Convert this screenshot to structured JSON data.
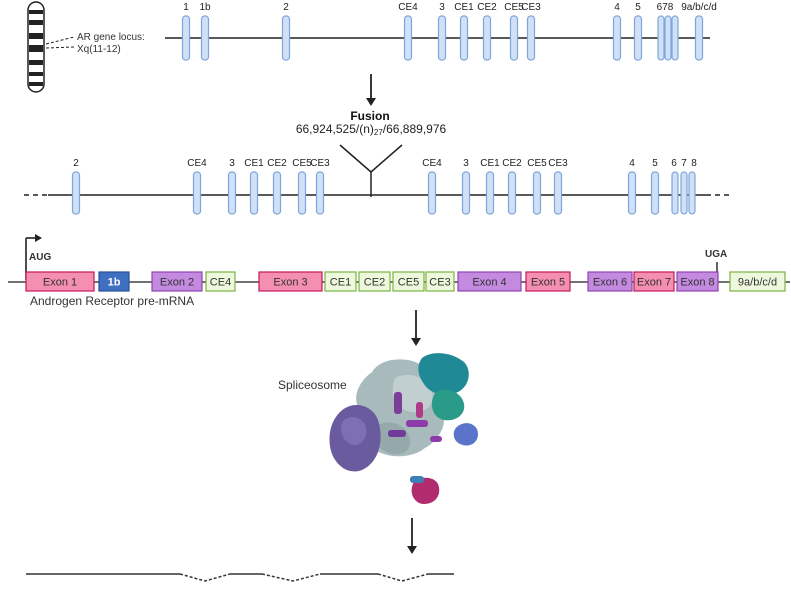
{
  "locus": {
    "label_line1": "AR gene locus:",
    "label_line2": "Xq(11-12)",
    "exon_labels": [
      "1",
      "1b",
      "2",
      "CE4",
      "3",
      "CE1",
      "CE2",
      "CE5",
      "CE3",
      "4",
      "5",
      "678",
      "9a/b/c/d"
    ]
  },
  "fusion": {
    "title": "Fusion",
    "coord_left": "66,924,525/(n)",
    "coord_sub": "27",
    "coord_right": "/66,889,976"
  },
  "fused": {
    "exon_labels": [
      "2",
      "CE4",
      "3",
      "CE1",
      "CE2",
      "CE5",
      "CE3",
      "CE4",
      "3",
      "CE1",
      "CE2",
      "CE5",
      "CE3",
      "4",
      "5",
      "6",
      "7",
      "8"
    ]
  },
  "mrna": {
    "start_label": "AUG",
    "stop_label": "UGA",
    "caption": "Androgen Receptor pre-mRNA",
    "boxes": [
      "Exon 1",
      "1b",
      "Exon 2",
      "CE4",
      "Exon 3",
      "CE1",
      "CE2",
      "CE5",
      "CE3",
      "Exon 4",
      "Exon 5",
      "Exon 6",
      "Exon 7",
      "Exon 8",
      "9a/b/c/d"
    ]
  },
  "spliceosome": {
    "label": "Spliceosome"
  },
  "colors": {
    "exon_fill": "#cfe0f7",
    "exon_stroke": "#7ea6d9",
    "pink": "#f48fb1",
    "purple": "#c48ae0",
    "blue": "#3f6fc0",
    "green_box": "#eef8dc",
    "green_stroke": "#7cb342"
  }
}
